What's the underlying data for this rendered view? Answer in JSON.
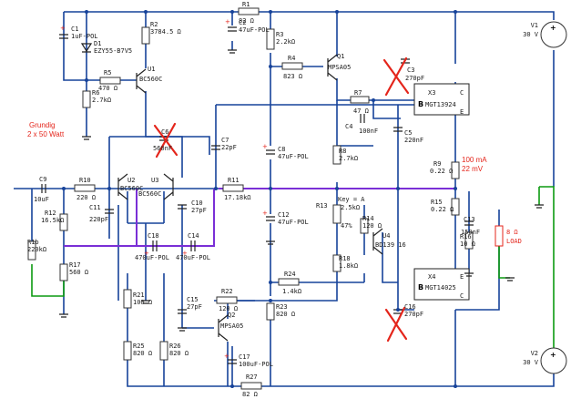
{
  "notes": {
    "title_line1": "Grundig",
    "title_line2": "2 x 50 Watt",
    "current": "100 mA",
    "voltage": "22 mV",
    "load_label": "LOAD",
    "load_value": "8 Ω"
  },
  "colors": {
    "wire": "#17439a",
    "wire_purple": "#7a2fd6",
    "wire_green": "#0c9a10",
    "cross": "#e4251b",
    "accent": "#e4251b"
  },
  "supplies": {
    "v1_name": "V1",
    "v1_value": "30 V",
    "v2_name": "V2",
    "v2_value": "30 V"
  },
  "modules": {
    "x3_name": "X3",
    "x3_part": "MGT13924",
    "x3_b": "B",
    "x3_c": "C",
    "x3_e": "E",
    "x4_name": "X4",
    "x4_part": "MGT14025",
    "x4_b": "B",
    "x4_c": "C",
    "x4_e": "E"
  },
  "components": {
    "r1": "R1",
    "r1v": "82 Ω",
    "c1": "C1",
    "c1v": "1uF-POL",
    "d1": "D1",
    "d1v": "EZY55-B7V5",
    "c2": "C2",
    "c2v": "47uF-POL",
    "r2": "R2",
    "r2v": "3784.5 Ω",
    "r3": "R3",
    "r3v": "2.2kΩ",
    "q1": "Q1",
    "q1v": "MPSA05",
    "r4": "R4",
    "r4v": "823 Ω",
    "r5": "R5",
    "r5v": "470 Ω",
    "r6": "R6",
    "r6v": "2.7kΩ",
    "u1": "U1",
    "u1v": "BC560C",
    "c3": "C3",
    "c3v": "270pF",
    "r7": "R7",
    "r7v": "47 Ω",
    "c4": "C4",
    "c4v": "100nF",
    "c5": "C5",
    "c5v": "220nF",
    "c6": "C6",
    "c6v": "560nF",
    "c7": "C7",
    "c7v": "22pF",
    "c8": "C8",
    "c8v": "47uF-POL",
    "r8": "R8",
    "r8v": "2.7kΩ",
    "r9": "R9",
    "r9v": "0.22 Ω",
    "c9": "C9",
    "c9v": "10uF",
    "r10": "R10",
    "r10v": "220 Ω",
    "u2": "U2",
    "u2v": "BC560C",
    "u3": "U3",
    "u3v": "BC560C",
    "r11": "R11",
    "r11v": "17.18kΩ",
    "c10": "C10",
    "c10v": "27pF",
    "c11": "C11",
    "c11v": "220pF",
    "r12": "R12",
    "r12v": "16.5kΩ",
    "r13": "R13",
    "r13v": "2.5kΩ",
    "r13k": "Key = A",
    "r13p": "47%",
    "r14": "R14",
    "r14v": "120 Ω",
    "u4": "U4",
    "u4v": "BD139 16",
    "c12": "C12",
    "c12v": "47uF-POL",
    "r15": "R15",
    "r15v": "0.22 Ω",
    "c13": "C13",
    "c13v": "150nF",
    "r16": "R16",
    "r16v": "10 Ω",
    "r16b": "R1b",
    "r16bv": "220kΩ",
    "c18": "C18",
    "c18v": "470uF-POL",
    "c14": "C14",
    "c14v": "470uF-POL",
    "r17": "R17",
    "r17v": "560 Ω",
    "r18": "R18",
    "r18v": "1.8kΩ",
    "r24": "R24",
    "r24v": "1.4kΩ",
    "c15": "C15",
    "c15v": "27pF",
    "r22": "R22",
    "r22v": "120 Ω",
    "q2": "Q2",
    "q2v": "MPSA05",
    "r21": "R21",
    "r21v": "100 Ω",
    "r23": "R23",
    "r23v": "820 Ω",
    "c16": "C16",
    "c16v": "270pF",
    "r25": "R25",
    "r25v": "820 Ω",
    "r26": "R26",
    "r26v": "820 Ω",
    "c17": "C17",
    "c17v": "100uF-POL",
    "r27": "R27",
    "r27v": "82 Ω"
  }
}
